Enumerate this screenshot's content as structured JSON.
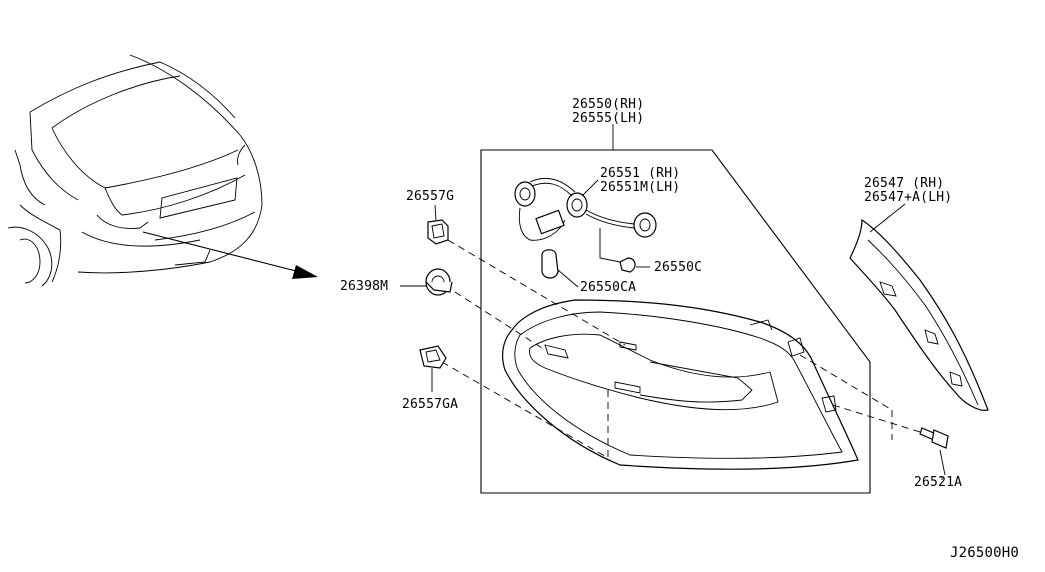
{
  "labels": {
    "p26550_rh": "26550(RH)",
    "p26555_lh": "26555(LH)",
    "p26551_rh": "26551 (RH)",
    "p26551m_lh": "26551M(LH)",
    "p26550c": "26550C",
    "p26550ca": "26550CA",
    "p26557g": "26557G",
    "p26398m": "26398M",
    "p26557ga": "26557GA",
    "p26547_rh": "26547  (RH)",
    "p26547a_lh": "26547+A(LH)",
    "p26521a": "26521A",
    "code": "J26500H0"
  }
}
